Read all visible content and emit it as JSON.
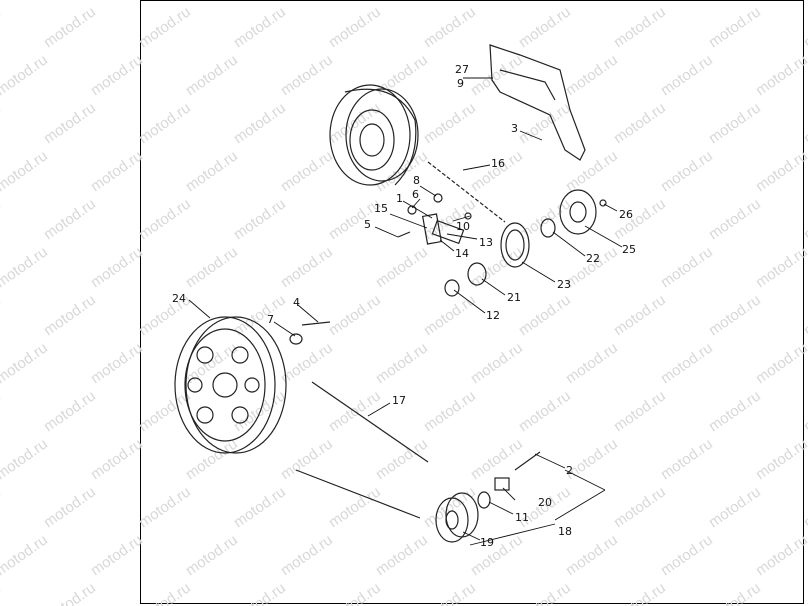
{
  "watermark": "motod.ru",
  "callouts": {
    "c1": "1",
    "c2": "2",
    "c3": "3",
    "c4": "4",
    "c5": "5",
    "c6": "6",
    "c7": "7",
    "c8": "8",
    "c9": "9",
    "c10": "10",
    "c11": "11",
    "c12": "12",
    "c13": "13",
    "c14": "14",
    "c15": "15",
    "c16": "16",
    "c17": "17",
    "c18": "18",
    "c19": "19",
    "c20": "20",
    "c21": "21",
    "c22": "22",
    "c23": "23",
    "c24": "24",
    "c25": "25",
    "c26": "26",
    "c27": "27"
  },
  "colors": {
    "line": "#222222",
    "watermark": "#d8d8d8",
    "background": "#ffffff"
  }
}
